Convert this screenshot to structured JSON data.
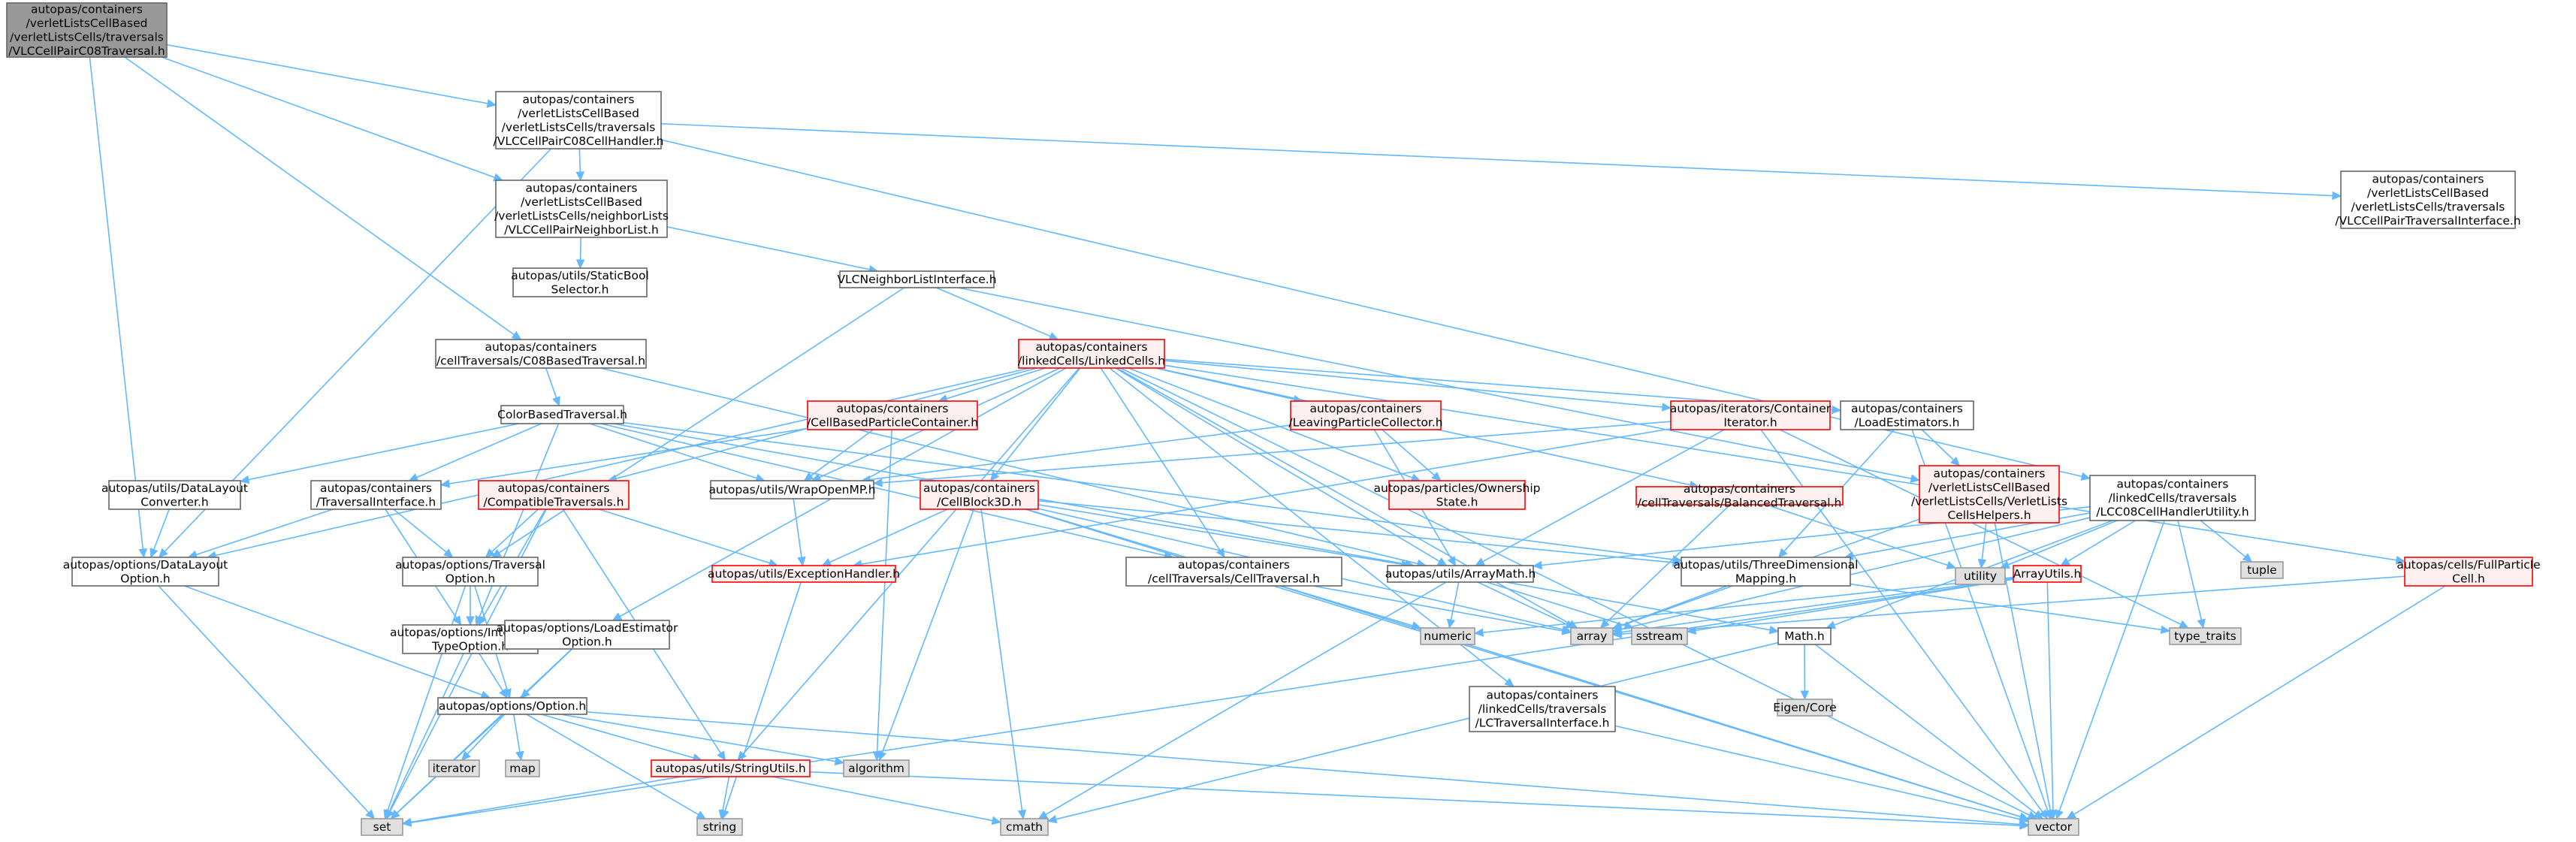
{
  "nodes": [
    {
      "id": "root",
      "lines": [
        "autopas/containers",
        "/verletListsCellBased",
        "/verletListsCells/traversals",
        "/VLCCellPairC08Traversal.h"
      ],
      "style": "root"
    },
    {
      "id": "vlc_handler",
      "lines": [
        "autopas/containers",
        "/verletListsCellBased",
        "/verletListsCells/traversals",
        "/VLCCellPairC08CellHandler.h"
      ],
      "style": "normal"
    },
    {
      "id": "vlc_pair_nl",
      "lines": [
        "autopas/containers",
        "/verletListsCellBased",
        "/verletListsCells/neighborLists",
        "/VLCCellPairNeighborList.h"
      ],
      "style": "normal"
    },
    {
      "id": "vlc_pair_tr_if",
      "lines": [
        "autopas/containers",
        "/verletListsCellBased",
        "/verletListsCells/traversals",
        "/VLCCellPairTraversalInterface.h"
      ],
      "style": "normal"
    },
    {
      "id": "static_bool",
      "lines": [
        "autopas/utils/StaticBool",
        "Selector.h"
      ],
      "style": "normal"
    },
    {
      "id": "vlc_nl_if",
      "lines": [
        "VLCNeighborListInterface.h"
      ],
      "style": "normal"
    },
    {
      "id": "c08_based",
      "lines": [
        "autopas/containers",
        "/cellTraversals/C08BasedTraversal.h"
      ],
      "style": "normal"
    },
    {
      "id": "linked_cells",
      "lines": [
        "autopas/containers",
        "/linkedCells/LinkedCells.h"
      ],
      "style": "red"
    },
    {
      "id": "color_based",
      "lines": [
        "ColorBasedTraversal.h"
      ],
      "style": "normal"
    },
    {
      "id": "cell_based_pc",
      "lines": [
        "autopas/containers",
        "/CellBasedParticleContainer.h"
      ],
      "style": "red"
    },
    {
      "id": "leaving_pc",
      "lines": [
        "autopas/containers",
        "/LeavingParticleCollector.h"
      ],
      "style": "red"
    },
    {
      "id": "container_iter",
      "lines": [
        "autopas/iterators/Container",
        "Iterator.h"
      ],
      "style": "red"
    },
    {
      "id": "load_est",
      "lines": [
        "autopas/containers",
        "/LoadEstimators.h"
      ],
      "style": "normal"
    },
    {
      "id": "vlc_helpers",
      "lines": [
        "autopas/containers",
        "/verletListsCellBased",
        "/verletListsCells/VerletLists",
        "CellsHelpers.h"
      ],
      "style": "red"
    },
    {
      "id": "lc_c08_util",
      "lines": [
        "autopas/containers",
        "/linkedCells/traversals",
        "/LCC08CellHandlerUtility.h"
      ],
      "style": "normal"
    },
    {
      "id": "dl_converter",
      "lines": [
        "autopas/utils/DataLayout",
        "Converter.h"
      ],
      "style": "normal"
    },
    {
      "id": "trav_if",
      "lines": [
        "autopas/containers",
        "/TraversalInterface.h"
      ],
      "style": "normal"
    },
    {
      "id": "compat_trav",
      "lines": [
        "autopas/containers",
        "/CompatibleTraversals.h"
      ],
      "style": "red"
    },
    {
      "id": "wrap_omp",
      "lines": [
        "autopas/utils/WrapOpenMP.h"
      ],
      "style": "normal"
    },
    {
      "id": "cellblock3d",
      "lines": [
        "autopas/containers",
        "/CellBlock3D.h"
      ],
      "style": "red"
    },
    {
      "id": "ownership",
      "lines": [
        "autopas/particles/Ownership",
        "State.h"
      ],
      "style": "red"
    },
    {
      "id": "balanced_trav",
      "lines": [
        "autopas/containers",
        "/cellTraversals/BalancedTraversal.h"
      ],
      "style": "red"
    },
    {
      "id": "array_utils",
      "lines": [
        "ArrayUtils.h"
      ],
      "style": "red"
    },
    {
      "id": "full_particle",
      "lines": [
        "autopas/cells/FullParticle",
        "Cell.h"
      ],
      "style": "red"
    },
    {
      "id": "tuple",
      "lines": [
        "tuple"
      ],
      "style": "gray"
    },
    {
      "id": "utility",
      "lines": [
        "utility"
      ],
      "style": "gray"
    },
    {
      "id": "dl_option",
      "lines": [
        "autopas/options/DataLayout",
        "Option.h"
      ],
      "style": "normal"
    },
    {
      "id": "trav_option",
      "lines": [
        "autopas/options/Traversal",
        "Option.h"
      ],
      "style": "normal"
    },
    {
      "id": "exc_handler",
      "lines": [
        "autopas/utils/ExceptionHandler.h"
      ],
      "style": "red"
    },
    {
      "id": "cell_trav",
      "lines": [
        "autopas/containers",
        "/cellTraversals/CellTraversal.h"
      ],
      "style": "normal"
    },
    {
      "id": "array_math",
      "lines": [
        "autopas/utils/ArrayMath.h"
      ],
      "style": "normal"
    },
    {
      "id": "three_d_map",
      "lines": [
        "autopas/utils/ThreeDimensional",
        "Mapping.h"
      ],
      "style": "normal"
    },
    {
      "id": "type_traits",
      "lines": [
        "type_traits"
      ],
      "style": "gray"
    },
    {
      "id": "interaction_opt",
      "lines": [
        "autopas/options/Interaction",
        "TypeOption.h"
      ],
      "style": "normal"
    },
    {
      "id": "load_est_opt",
      "lines": [
        "autopas/options/LoadEstimator",
        "Option.h"
      ],
      "style": "normal"
    },
    {
      "id": "numeric",
      "lines": [
        "numeric"
      ],
      "style": "gray"
    },
    {
      "id": "array",
      "lines": [
        "array"
      ],
      "style": "gray"
    },
    {
      "id": "sstream",
      "lines": [
        "sstream"
      ],
      "style": "gray"
    },
    {
      "id": "math_h",
      "lines": [
        "Math.h"
      ],
      "style": "normal"
    },
    {
      "id": "lc_trav_if",
      "lines": [
        "autopas/containers",
        "/linkedCells/traversals",
        "/LCTraversalInterface.h"
      ],
      "style": "normal"
    },
    {
      "id": "eigen",
      "lines": [
        "Eigen/Core"
      ],
      "style": "gray"
    },
    {
      "id": "option_h",
      "lines": [
        "autopas/options/Option.h"
      ],
      "style": "normal"
    },
    {
      "id": "iterator",
      "lines": [
        "iterator"
      ],
      "style": "gray"
    },
    {
      "id": "map",
      "lines": [
        "map"
      ],
      "style": "gray"
    },
    {
      "id": "string_utils",
      "lines": [
        "autopas/utils/StringUtils.h"
      ],
      "style": "red"
    },
    {
      "id": "algorithm",
      "lines": [
        "algorithm"
      ],
      "style": "gray"
    },
    {
      "id": "set",
      "lines": [
        "set"
      ],
      "style": "gray"
    },
    {
      "id": "string",
      "lines": [
        "string"
      ],
      "style": "gray"
    },
    {
      "id": "cmath",
      "lines": [
        "cmath"
      ],
      "style": "gray"
    },
    {
      "id": "vector",
      "lines": [
        "vector"
      ],
      "style": "gray"
    }
  ],
  "edges": [
    [
      "root",
      "vlc_handler"
    ],
    [
      "root",
      "vlc_pair_nl"
    ],
    [
      "root",
      "c08_based"
    ],
    [
      "root",
      "dl_option"
    ],
    [
      "vlc_handler",
      "vlc_pair_nl"
    ],
    [
      "vlc_handler",
      "vlc_pair_tr_if"
    ],
    [
      "vlc_handler",
      "lc_c08_util"
    ],
    [
      "vlc_handler",
      "dl_option"
    ],
    [
      "vlc_pair_nl",
      "static_bool"
    ],
    [
      "vlc_pair_nl",
      "vlc_nl_if"
    ],
    [
      "vlc_nl_if",
      "linked_cells"
    ],
    [
      "vlc_nl_if",
      "vlc_helpers"
    ],
    [
      "vlc_nl_if",
      "trav_option"
    ],
    [
      "c08_based",
      "color_based"
    ],
    [
      "c08_based",
      "array_math"
    ],
    [
      "linked_cells",
      "cell_based_pc"
    ],
    [
      "linked_cells",
      "leaving_pc"
    ],
    [
      "linked_cells",
      "container_iter"
    ],
    [
      "linked_cells",
      "load_est"
    ],
    [
      "linked_cells",
      "full_particle"
    ],
    [
      "linked_cells",
      "cellblock3d"
    ],
    [
      "linked_cells",
      "ownership"
    ],
    [
      "linked_cells",
      "balanced_trav"
    ],
    [
      "linked_cells",
      "compat_trav"
    ],
    [
      "linked_cells",
      "wrap_omp"
    ],
    [
      "linked_cells",
      "cell_trav"
    ],
    [
      "linked_cells",
      "array_math"
    ],
    [
      "linked_cells",
      "lc_trav_if"
    ],
    [
      "linked_cells",
      "load_est_opt"
    ],
    [
      "linked_cells",
      "string_utils"
    ],
    [
      "linked_cells",
      "dl_option"
    ],
    [
      "linked_cells",
      "vector"
    ],
    [
      "linked_cells",
      "array"
    ],
    [
      "color_based",
      "dl_converter"
    ],
    [
      "color_based",
      "trav_if"
    ],
    [
      "color_based",
      "cell_trav"
    ],
    [
      "color_based",
      "wrap_omp"
    ],
    [
      "color_based",
      "array_math"
    ],
    [
      "color_based",
      "three_d_map"
    ],
    [
      "color_based",
      "interaction_opt"
    ],
    [
      "cell_based_pc",
      "trav_if"
    ],
    [
      "cell_based_pc",
      "wrap_omp"
    ],
    [
      "cell_based_pc",
      "algorithm"
    ],
    [
      "leaving_pc",
      "wrap_omp"
    ],
    [
      "leaving_pc",
      "ownership"
    ],
    [
      "leaving_pc",
      "array_math"
    ],
    [
      "container_iter",
      "wrap_omp"
    ],
    [
      "container_iter",
      "exc_handler"
    ],
    [
      "container_iter",
      "array_math"
    ],
    [
      "container_iter",
      "vector"
    ],
    [
      "container_iter",
      "type_traits"
    ],
    [
      "load_est",
      "vlc_helpers"
    ],
    [
      "load_est",
      "three_d_map"
    ],
    [
      "load_est",
      "vector"
    ],
    [
      "vlc_helpers",
      "utility"
    ],
    [
      "vlc_helpers",
      "array"
    ],
    [
      "vlc_helpers",
      "vector"
    ],
    [
      "lc_c08_util",
      "array_utils"
    ],
    [
      "lc_c08_util",
      "array_math"
    ],
    [
      "lc_c08_util",
      "three_d_map"
    ],
    [
      "lc_c08_util",
      "math_h"
    ],
    [
      "lc_c08_util",
      "tuple"
    ],
    [
      "lc_c08_util",
      "type_traits"
    ],
    [
      "lc_c08_util",
      "utility"
    ],
    [
      "lc_c08_util",
      "array"
    ],
    [
      "lc_c08_util",
      "vector"
    ],
    [
      "dl_converter",
      "dl_option"
    ],
    [
      "trav_if",
      "dl_option"
    ],
    [
      "trav_if",
      "trav_option"
    ],
    [
      "trav_if",
      "interaction_opt"
    ],
    [
      "compat_trav",
      "trav_option"
    ],
    [
      "compat_trav",
      "interaction_opt"
    ],
    [
      "compat_trav",
      "exc_handler"
    ],
    [
      "compat_trav",
      "string_utils"
    ],
    [
      "compat_trav",
      "set"
    ],
    [
      "wrap_omp",
      "exc_handler"
    ],
    [
      "cellblock3d",
      "exc_handler"
    ],
    [
      "cellblock3d",
      "array_math"
    ],
    [
      "cellblock3d",
      "three_d_map"
    ],
    [
      "cellblock3d",
      "algorithm"
    ],
    [
      "cellblock3d",
      "cmath"
    ],
    [
      "cellblock3d",
      "vector"
    ],
    [
      "cellblock3d",
      "array"
    ],
    [
      "cellblock3d",
      "numeric"
    ],
    [
      "balanced_trav",
      "array"
    ],
    [
      "balanced_trav",
      "utility"
    ],
    [
      "array_utils",
      "array"
    ],
    [
      "array_utils",
      "numeric"
    ],
    [
      "array_utils",
      "sstream"
    ],
    [
      "array_utils",
      "set"
    ],
    [
      "array_utils",
      "vector"
    ],
    [
      "full_particle",
      "array"
    ],
    [
      "full_particle",
      "vector"
    ],
    [
      "dl_option",
      "option_h"
    ],
    [
      "dl_option",
      "set"
    ],
    [
      "trav_option",
      "option_h"
    ],
    [
      "trav_option",
      "set"
    ],
    [
      "trav_option",
      "interaction_opt"
    ],
    [
      "interaction_opt",
      "option_h"
    ],
    [
      "interaction_opt",
      "set"
    ],
    [
      "load_est_opt",
      "option_h"
    ],
    [
      "load_est_opt",
      "set"
    ],
    [
      "exc_handler",
      "string"
    ],
    [
      "cell_trav",
      "array"
    ],
    [
      "cell_trav",
      "vector"
    ],
    [
      "array_math",
      "array"
    ],
    [
      "array_math",
      "numeric"
    ],
    [
      "array_math",
      "sstream"
    ],
    [
      "array_math",
      "cmath"
    ],
    [
      "array_math",
      "math_h"
    ],
    [
      "three_d_map",
      "array"
    ],
    [
      "three_d_map",
      "type_traits"
    ],
    [
      "math_h",
      "eigen"
    ],
    [
      "math_h",
      "cmath"
    ],
    [
      "math_h",
      "vector"
    ],
    [
      "lc_trav_if",
      "vector"
    ],
    [
      "option_h",
      "iterator"
    ],
    [
      "option_h",
      "map"
    ],
    [
      "option_h",
      "set"
    ],
    [
      "option_h",
      "string"
    ],
    [
      "option_h",
      "vector"
    ],
    [
      "option_h",
      "algorithm"
    ],
    [
      "option_h",
      "string_utils"
    ],
    [
      "string_utils",
      "set"
    ],
    [
      "string_utils",
      "string"
    ],
    [
      "string_utils",
      "vector"
    ],
    [
      "string_utils",
      "cmath"
    ]
  ],
  "colors": {
    "edge": "#63b8ff",
    "border": "#666666",
    "root_fill": "#999999",
    "red_border": "#ff0000",
    "red_fill": "#fff0f0",
    "gray_fill": "#e0e0e0",
    "gray_border": "#999999"
  }
}
